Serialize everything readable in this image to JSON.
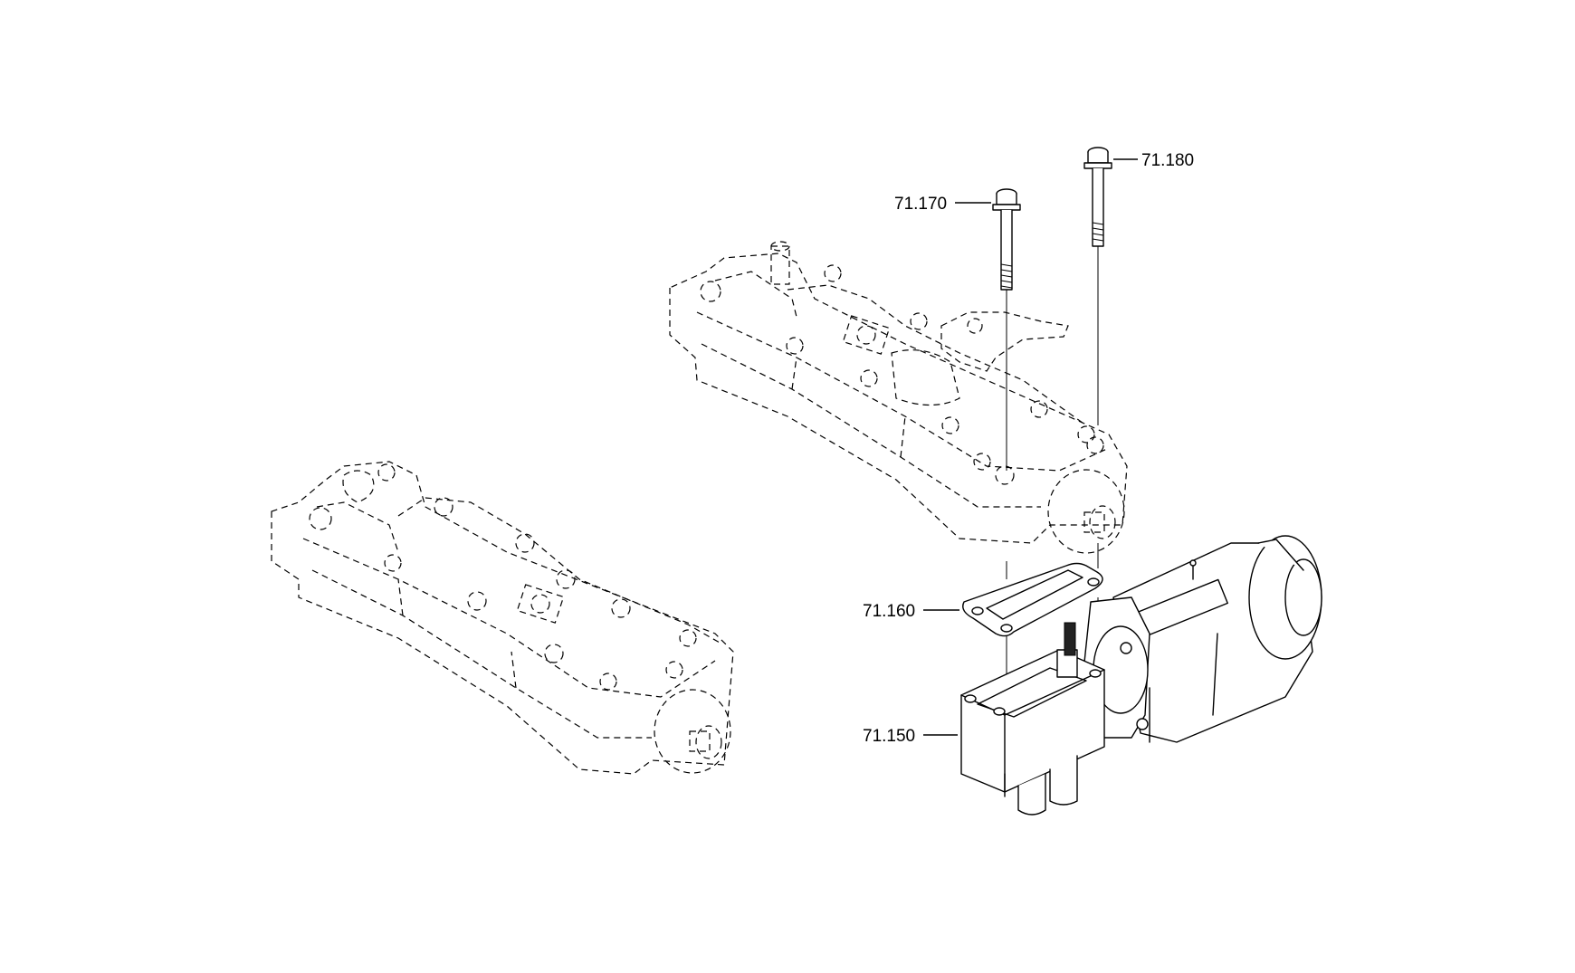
{
  "callouts": [
    {
      "id": "71.180",
      "label": "71.180"
    },
    {
      "id": "71.170",
      "label": "71.170"
    },
    {
      "id": "71.160",
      "label": "71.160"
    },
    {
      "id": "71.150",
      "label": "71.150"
    }
  ],
  "colors": {
    "line": "#000000",
    "background": "#ffffff"
  },
  "icons": [
    "valve-block-drawing",
    "bolt-drawing",
    "gasket-drawing",
    "actuator-drawing"
  ]
}
